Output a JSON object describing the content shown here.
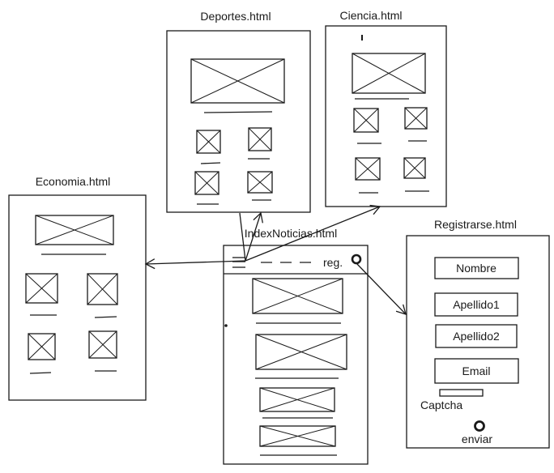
{
  "colors": {
    "ink": "#1a1a1a",
    "paper": "#ffffff"
  },
  "pages": {
    "deportes": {
      "title": "Deportes.html"
    },
    "ciencia": {
      "title": "Ciencia.html"
    },
    "economia": {
      "title": "Economia.html"
    },
    "index": {
      "title": "IndexNoticias.html",
      "nav_link": "reg.",
      "menu_icon": "hamburger-icon",
      "register_icon": "circle-icon"
    },
    "registrarse": {
      "title": "Registrarse.html",
      "fields": [
        "Nombre",
        "Apellido1",
        "Apellido2",
        "Email"
      ],
      "captcha_label": "Captcha",
      "submit_label": "enviar",
      "submit_icon": "circle-icon"
    }
  }
}
